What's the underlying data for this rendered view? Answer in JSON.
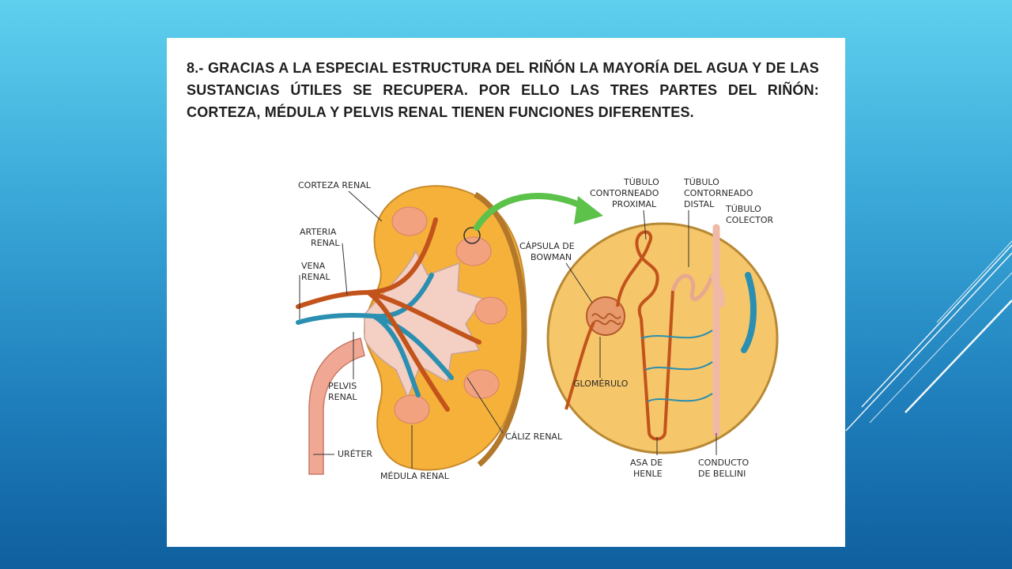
{
  "slide": {
    "heading": "8.- GRACIAS A LA ESPECIAL ESTRUCTURA DEL RIÑÓN LA MAYORÍA DEL AGUA Y DE LAS SUSTANCIAS ÚTILES SE RECUPERA. POR ELLO LAS TRES PARTES DEL RIÑÓN: CORTEZA, MÉDULA Y PELVIS RENAL TIENEN FUNCIONES DIFERENTES."
  },
  "diagram": {
    "kidney_labels": {
      "corteza": "CORTEZA RENAL",
      "arteria_1": "ARTERIA",
      "arteria_2": "RENAL",
      "vena_1": "VENA",
      "vena_2": "RENAL",
      "pelvis_1": "PELVIS",
      "pelvis_2": "RENAL",
      "ureter": "URÉTER",
      "medula": "MÉDULA RENAL",
      "caliz": "CÁLIZ RENAL"
    },
    "nephron_labels": {
      "proximal_1": "TÚBULO",
      "proximal_2": "CONTORNEADO",
      "proximal_3": "PROXIMAL",
      "distal_1": "TÚBULO",
      "distal_2": "CONTORNEADO",
      "distal_3": "DISTAL",
      "colector_1": "TÚBULO",
      "colector_2": "COLECTOR",
      "capsula_1": "CÁPSULA DE",
      "capsula_2": "BOWMAN",
      "glomerulo": "GLOMÉRULO",
      "asa_1": "ASA DE",
      "asa_2": "HENLE",
      "bellini_1": "CONDUCTO",
      "bellini_2": "DE BELLINI"
    },
    "colors": {
      "cortex": "#f5b13a",
      "cortex_edge": "#c98a2a",
      "pelvis": "#f3cfc4",
      "artery": "#c2531b",
      "vein": "#2a8fb0",
      "ureter": "#f0a894",
      "arrow": "#5cc24a"
    }
  }
}
